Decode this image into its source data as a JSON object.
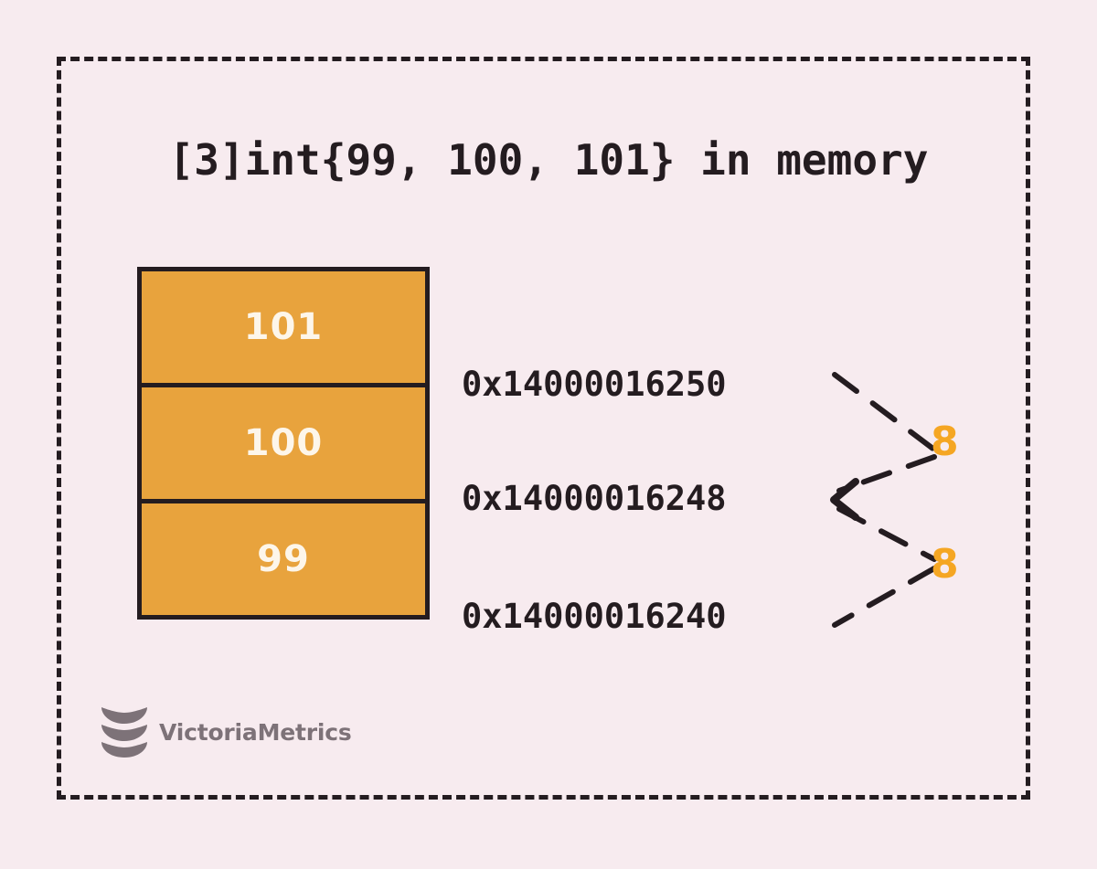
{
  "diagram": {
    "title": "[3]int{99, 100, 101} in memory",
    "background_color": "#f7ebef",
    "frame": {
      "style": "dashed",
      "color": "#241c20"
    },
    "memory_block": {
      "fill_color": "#e8a33d",
      "border_color": "#241c20",
      "value_color": "#fdf6ea",
      "cells": [
        {
          "value": "101",
          "address": "0x14000016250"
        },
        {
          "value": "100",
          "address": "0x14000016248"
        },
        {
          "value": "99",
          "address": "0x14000016240"
        }
      ]
    },
    "addresses": [
      "0x14000016250",
      "0x14000016248",
      "0x14000016240"
    ],
    "gap_labels": [
      {
        "text": "8",
        "color": "#f5a623"
      },
      {
        "text": "8",
        "color": "#f5a623"
      }
    ],
    "chevron": {
      "glyph": "<",
      "color": "#241c20"
    },
    "logo": {
      "text": "VictoriaMetrics",
      "color": "#7d7278",
      "mark": "stacked-chevron-shield"
    }
  }
}
